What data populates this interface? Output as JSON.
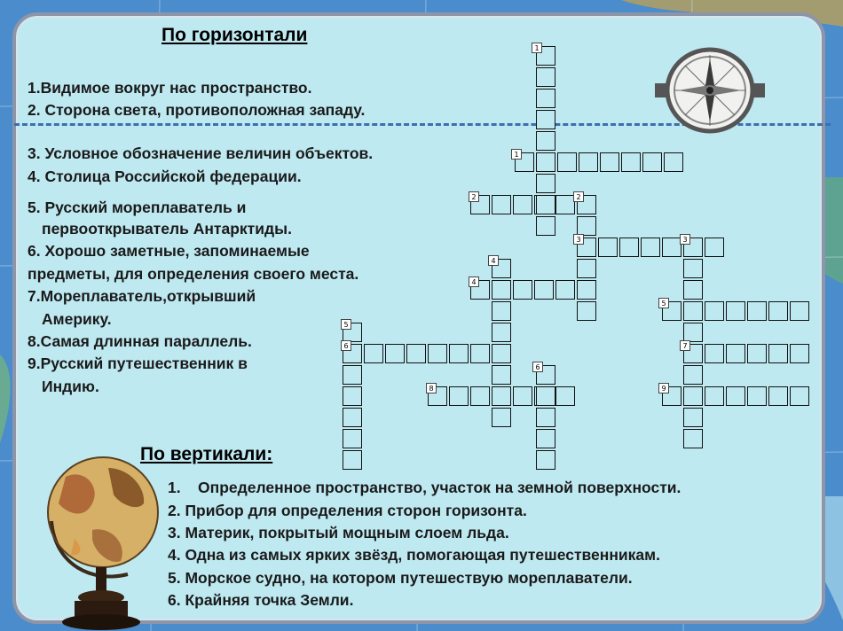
{
  "horizontal": {
    "heading": "По горизонтали",
    "clues": [
      "1.Видимое вокруг нас пространство.",
      "2. Сторона света, противоположная западу.",
      "3. Условное обозначение величин объектов.",
      "4. Столица Российской федерации.",
      "5. Русский мореплаватель и",
      "первооткрыватель  Антарктиды.",
      "6. Хорошо заметные, запоминаемые",
      "предметы, для определения своего места.",
      "7.Мореплаватель,открывший",
      "Америку.",
      "8.Самая длинная параллель.",
      "9.Русский путешественник в",
      "Индию."
    ]
  },
  "vertical": {
    "heading": "По вертикали:",
    "clues": [
      "1.    Определенное пространство, участок на земной поверхности.",
      "2. Прибор для определения сторон горизонта.",
      "3. Материк, покрытый мощным слоем льда.",
      "4. Одна из самых ярких звёзд, помогающая путешественникам.",
      "5. Морское судно, на котором путешествую мореплаватели.",
      "6. Крайняя точка Земли."
    ]
  },
  "grid_numbers": {
    "v1": "1",
    "h1": "1",
    "h2": "2",
    "v2": "2",
    "h3": "3",
    "v3": "3",
    "v4": "4",
    "h4": "4",
    "h5": "5",
    "v5": "5",
    "h6": "6",
    "h7": "7",
    "v6": "6",
    "h8": "8",
    "h9": "9"
  },
  "colors": {
    "panel": "#bfe9f1",
    "dashed_line": "#3b6fb0",
    "border": "#8d96a8"
  }
}
